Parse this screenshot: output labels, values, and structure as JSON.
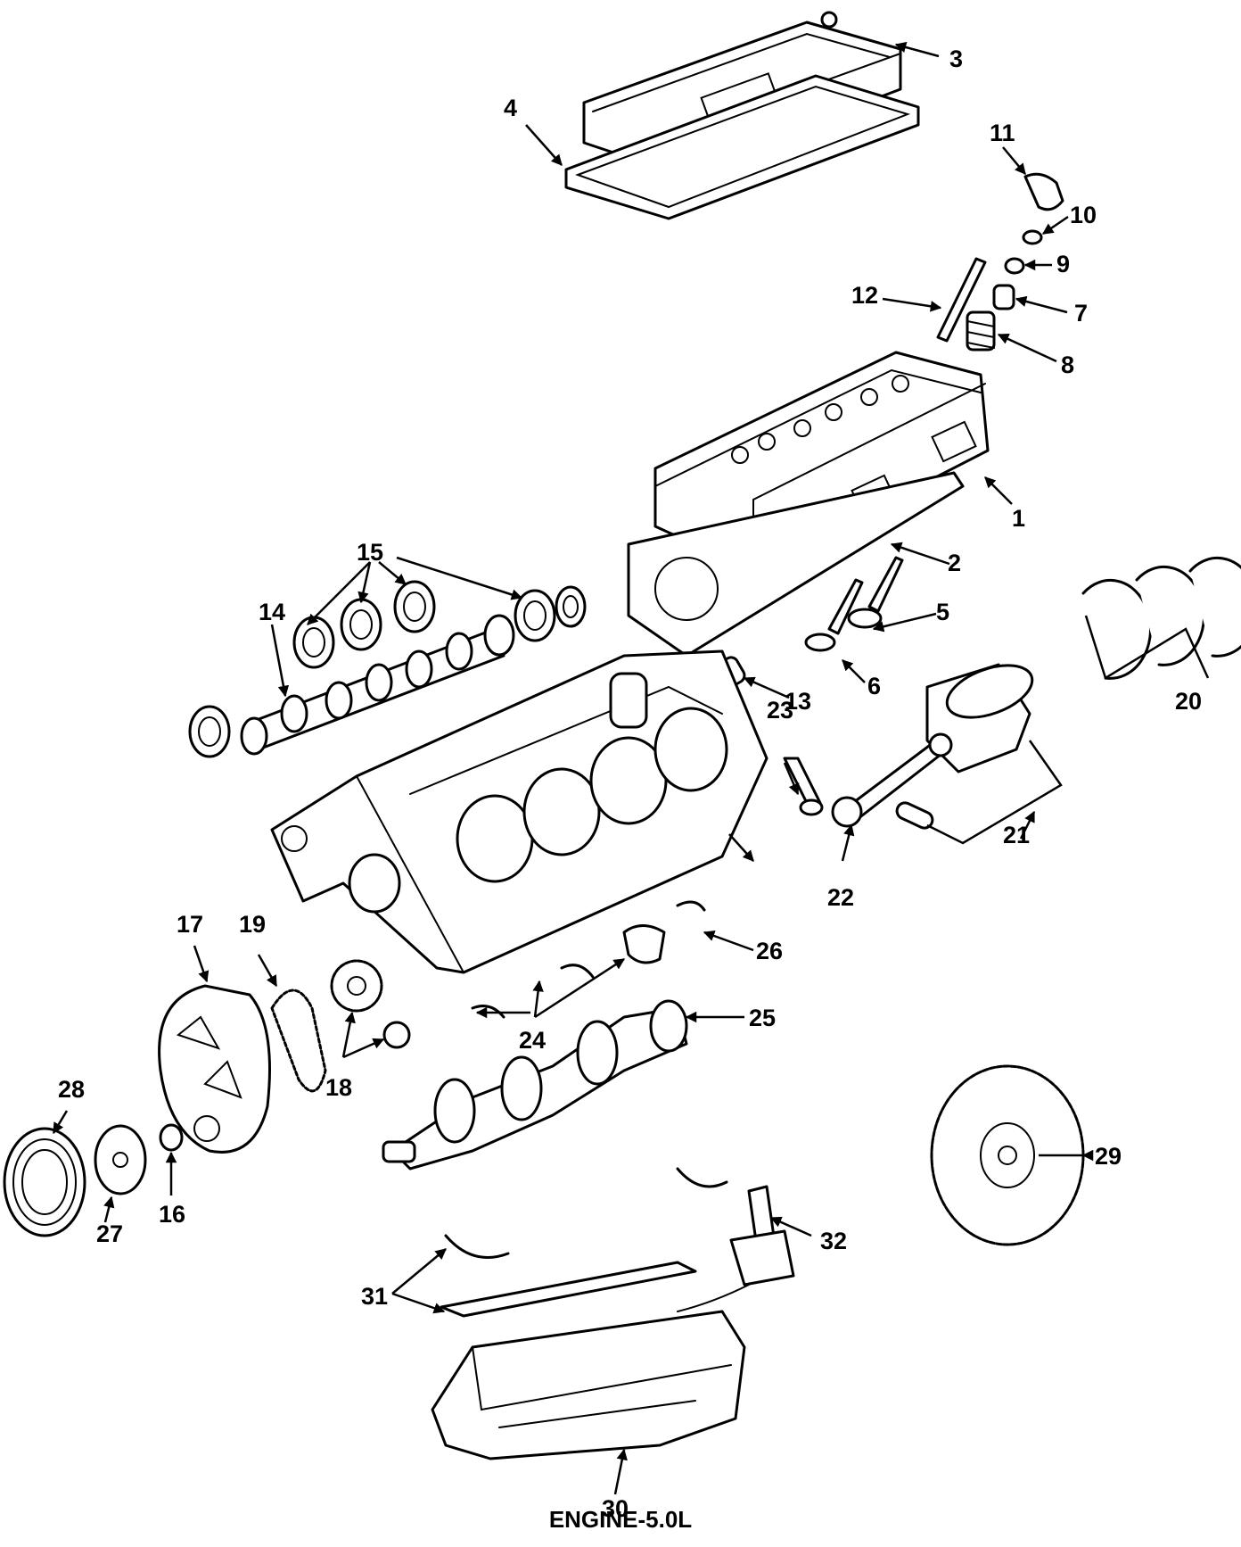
{
  "caption": "ENGINE-5.0L",
  "callouts": [
    "1",
    "2",
    "3",
    "4",
    "5",
    "6",
    "7",
    "8",
    "9",
    "10",
    "11",
    "12",
    "13",
    "14",
    "15",
    "16",
    "17",
    "18",
    "19",
    "20",
    "21",
    "22",
    "23",
    "24",
    "25",
    "26",
    "27",
    "28",
    "29",
    "30",
    "31",
    "32"
  ]
}
